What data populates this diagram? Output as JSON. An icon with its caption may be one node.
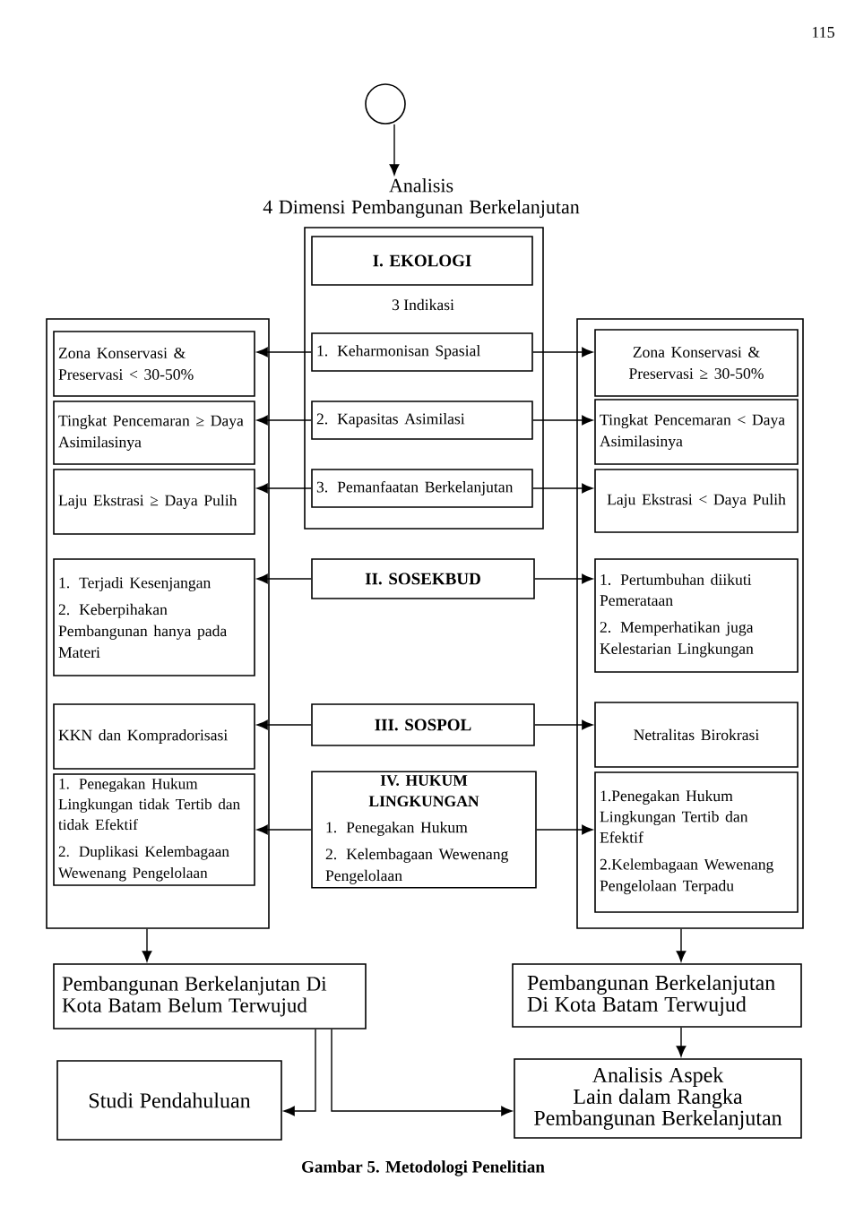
{
  "diagram": {
    "caption": "Gambar 5.  Metodologi Penelitian",
    "nodes": [
      {
        "text": [],
        "shape": "circle"
      },
      {
        "text": [
          "Analisis",
          "4 Dimensi Pembangunan Berkelanjutan"
        ]
      },
      {
        "text": [
          "3 Indikasi"
        ]
      },
      {
        "text": [
          "I. EKOLOGI"
        ],
        "in": 2
      },
      {
        "text": [
          "1. Keharmonisan Spasial"
        ],
        "in": 2
      },
      {
        "text": [
          "2. Kapasitas Asimilasi"
        ],
        "in": 2
      },
      {
        "text": [
          "3. Pemanfaatan Berkelanjutan"
        ],
        "in": 2
      },
      {
        "text": [],
        "shape": "box"
      },
      {
        "text": [
          "Zona Konservasi & Preservasi < 30-50%"
        ],
        "in": 7
      },
      {
        "text": [
          "Tingkat Pencemaran ≥ Daya Asimilasinya"
        ],
        "in": 7
      },
      {
        "text": [
          "Laju Ekstrasi  ≥ Daya Pulih"
        ],
        "in": 7
      },
      {
        "text": [
          "1. Terjadi Kesenjangan",
          "2. Keberpihakan Pembangunan hanya pada Materi"
        ],
        "in": 7
      },
      {
        "text": [
          "KKN dan Kompradorisasi"
        ],
        "in": 7
      },
      {
        "text": [
          "1. Penegakan Hukum Lingkungan tidak Tertib dan tidak Efektif",
          "2. Duplikasi Kelembagaan Wewenang Pengelolaan"
        ],
        "in": 7
      },
      {
        "text": [],
        "shape": "box"
      },
      {
        "text": [
          "Zona Konservasi & Preservasi ≥ 30-50%"
        ],
        "in": 14
      },
      {
        "text": [
          "Tingkat Pencemaran < Daya Asimilasinya"
        ],
        "in": 14
      },
      {
        "text": [
          "Laju Ekstrasi < Daya Pulih"
        ],
        "in": 14
      },
      {
        "text": [
          "1. Pertumbuhan diikuti Pemerataan",
          "2. Memperhatikan juga Kelestarian Lingkungan"
        ],
        "in": 14
      },
      {
        "text": [
          "Netralitas Birokrasi"
        ],
        "in": 14
      },
      {
        "text": [
          "1.Penegakan Hukum Lingkungan Tertib dan Efektif",
          "2.Kelembagaan Wewenang Pengelolaan Terpadu"
        ],
        "in": 14
      },
      {
        "text": [
          "II. SOSEKBUD"
        ]
      },
      {
        "text": [
          "III. SOSPOL"
        ]
      },
      {
        "text": [
          "IV. HUKUM LINGKUNGAN",
          "1. Penegakan Hukum",
          "2. Kelembagaan Wewenang Pengelolaan"
        ]
      },
      {
        "text": [
          "Pembangunan Berkelanjutan Di Kota Batam Belum Terwujud"
        ]
      },
      {
        "text": [
          "Pembangunan Berkelanjutan Di Kota Batam Terwujud"
        ]
      },
      {
        "text": [
          "Studi Pendahuluan"
        ]
      },
      {
        "text": [
          "Analisis Aspek Lain dalam Rangka Pembangunan Berkelanjutan"
        ]
      }
    ],
    "edges": [
      {
        "from": 0,
        "to": 1,
        "arrow": "to"
      },
      {
        "from": 4,
        "to": 8,
        "arrow": "to"
      },
      {
        "from": 4,
        "to": 15,
        "arrow": "to"
      },
      {
        "from": 5,
        "to": 9,
        "arrow": "to"
      },
      {
        "from": 5,
        "to": 16,
        "arrow": "to"
      },
      {
        "from": 6,
        "to": 10,
        "arrow": "to"
      },
      {
        "from": 6,
        "to": 17,
        "arrow": "to"
      },
      {
        "from": 21,
        "to": 11,
        "arrow": "to"
      },
      {
        "from": 21,
        "to": 18,
        "arrow": "to"
      },
      {
        "from": 22,
        "to": 12,
        "arrow": "to"
      },
      {
        "from": 22,
        "to": 19,
        "arrow": "to"
      },
      {
        "from": 23,
        "to": 13,
        "arrow": "to"
      },
      {
        "from": 23,
        "to": 20,
        "arrow": "to"
      },
      {
        "from": 7,
        "to": 24,
        "arrow": "to"
      },
      {
        "from": 14,
        "to": 25,
        "arrow": "to"
      },
      {
        "from": 24,
        "to": 26,
        "arrow": "to"
      },
      {
        "from": 24,
        "to": 27,
        "arrow": "to"
      },
      {
        "from": 25,
        "to": 27,
        "arrow": "to"
      }
    ],
    "labels": [
      "115"
    ]
  }
}
